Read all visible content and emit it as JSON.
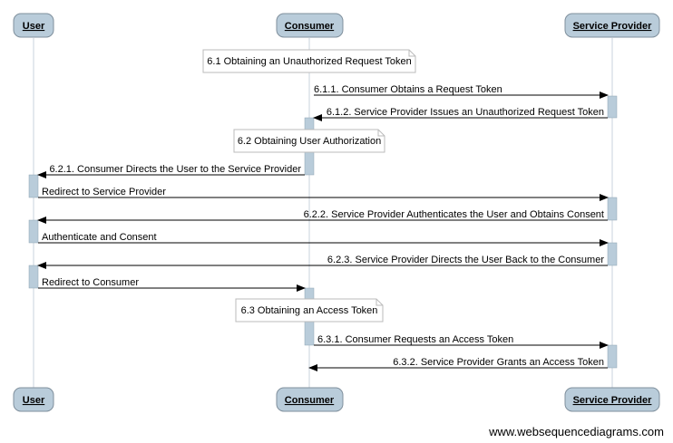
{
  "participants": [
    {
      "id": "user",
      "label": "User"
    },
    {
      "id": "consumer",
      "label": "Consumer"
    },
    {
      "id": "sp",
      "label": "Service Provider"
    }
  ],
  "notes": [
    {
      "label": "6.1 Obtaining an Unauthorized Request Token"
    },
    {
      "label": "6.2 Obtaining User Authorization"
    },
    {
      "label": "6.3 Obtaining an Access Token"
    }
  ],
  "messages": [
    {
      "from": "consumer",
      "to": "sp",
      "label": "6.1.1. Consumer Obtains a Request Token"
    },
    {
      "from": "sp",
      "to": "consumer",
      "label": "6.1.2. Service Provider Issues an Unauthorized Request Token"
    },
    {
      "from": "consumer",
      "to": "user",
      "label": "6.2.1. Consumer Directs the User to the Service Provider"
    },
    {
      "from": "user",
      "to": "sp",
      "label": "Redirect to Service Provider"
    },
    {
      "from": "sp",
      "to": "user",
      "label": "6.2.2. Service Provider Authenticates the User and Obtains Consent"
    },
    {
      "from": "user",
      "to": "sp",
      "label": "Authenticate and Consent"
    },
    {
      "from": "sp",
      "to": "user",
      "label": "6.2.3. Service Provider Directs the User Back to the Consumer"
    },
    {
      "from": "user",
      "to": "consumer",
      "label": "Redirect to Consumer"
    },
    {
      "from": "consumer",
      "to": "sp",
      "label": "6.3.1. Consumer Requests an Access Token"
    },
    {
      "from": "sp",
      "to": "consumer",
      "label": "6.3.2. Service Provider Grants an Access Token"
    }
  ],
  "watermark": "www.websequencediagrams.com",
  "colors": {
    "participant_fill": "#b9ccda",
    "participant_stroke": "#7f8f9c",
    "activation_fill": "#b9ccda",
    "lifeline": "#c9d3dc",
    "arrow": "#000000",
    "note_fill": "#ffffff",
    "note_stroke": "#bbbbbb"
  }
}
